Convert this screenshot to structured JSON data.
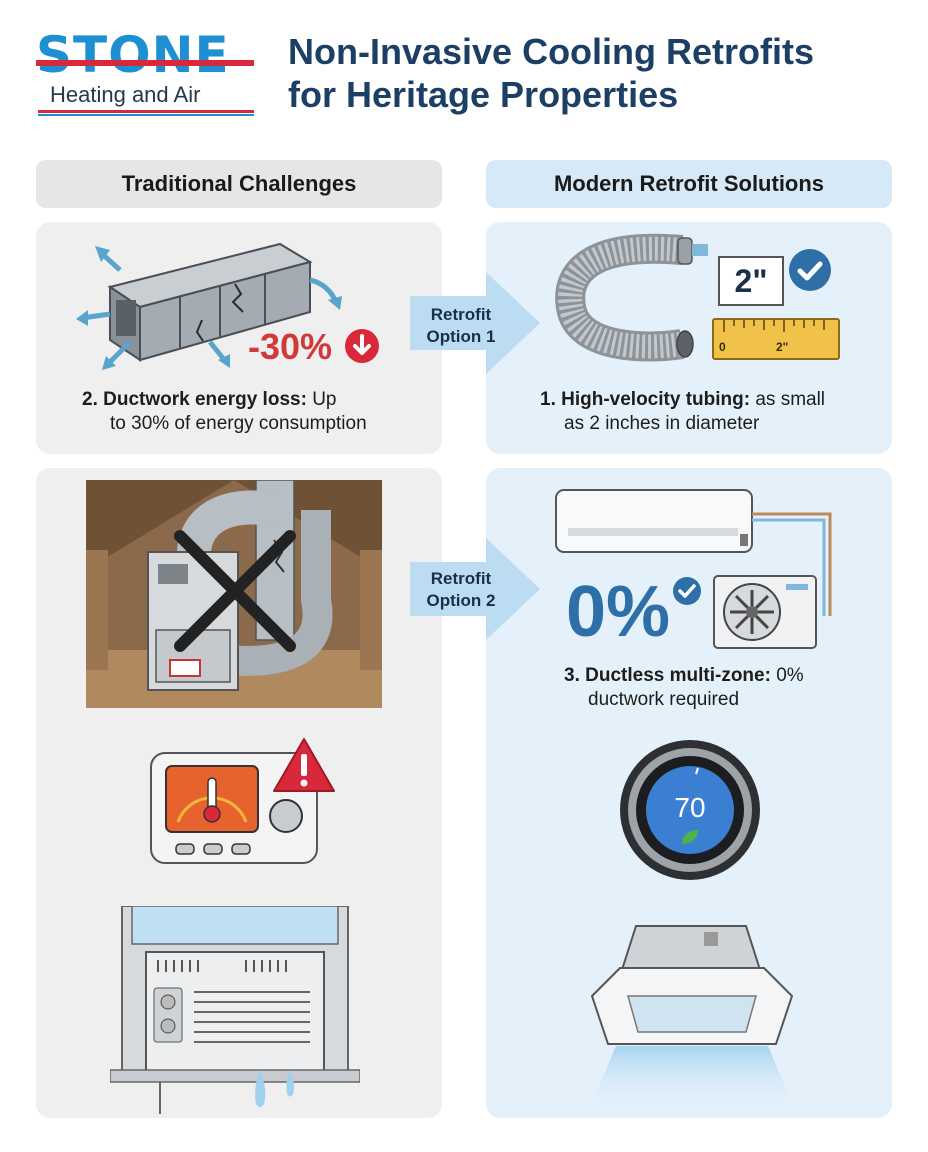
{
  "brand": {
    "logo_word": "STONE",
    "logo_sub": "Heating and Air",
    "colors": {
      "blue": "#1e8fd0",
      "red": "#d8283a",
      "navy": "#1c3f66"
    }
  },
  "title": {
    "line1": "Non-Invasive Cooling Retrofits",
    "line2": "for Heritage Properties"
  },
  "columns": {
    "left_header": "Traditional Challenges",
    "right_header": "Modern Retrofit Solutions"
  },
  "retrofit_options": [
    {
      "line1": "Retrofit",
      "line2": "Option 1"
    },
    {
      "line1": "Retrofit",
      "line2": "Option 2"
    }
  ],
  "challenges": [
    {
      "badge": "-30%",
      "bold": "2. Ductwork energy loss:",
      "text_a": "Up",
      "text_b": "to 30% of energy consumption"
    }
  ],
  "solutions": [
    {
      "size_label": "2\"",
      "ruler_start": "0",
      "ruler_mark": "2\"",
      "bold": "1. High-velocity tubing:",
      "text_a": "as small",
      "text_b": "as 2 inches in diameter"
    },
    {
      "badge": "0%",
      "bold": "3. Ductless multi-zone:",
      "text_a": "0%",
      "text_b": "ductwork required"
    }
  ],
  "thermostat_reading": "70",
  "icons": [
    "arrow-down-icon",
    "check-icon",
    "warning-icon",
    "leaf-icon",
    "fan-icon",
    "x-mark-icon"
  ]
}
